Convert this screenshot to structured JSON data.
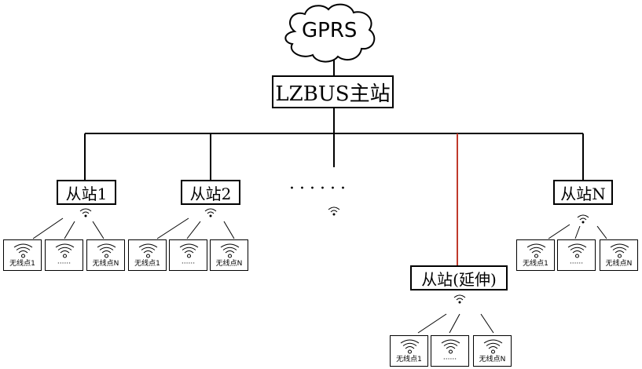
{
  "cloud": {
    "label": "GPRS"
  },
  "master": {
    "label": "LZBUS主站"
  },
  "slaves": [
    {
      "label": "从站1",
      "nodes": [
        "无线点1",
        "······",
        "无线点N"
      ]
    },
    {
      "label": "从站2",
      "nodes": [
        "无线点1",
        "······",
        "无线点N"
      ]
    },
    {
      "label": "从站N",
      "nodes": [
        "无线点1",
        "······",
        "无线点N"
      ]
    }
  ],
  "extension": {
    "label": "从站(延伸)",
    "nodes": [
      "无线点1",
      "······",
      "无线点N"
    ]
  },
  "ellipsis": "······",
  "colors": {
    "line": "#000000",
    "extension_line": "#c0392b"
  }
}
